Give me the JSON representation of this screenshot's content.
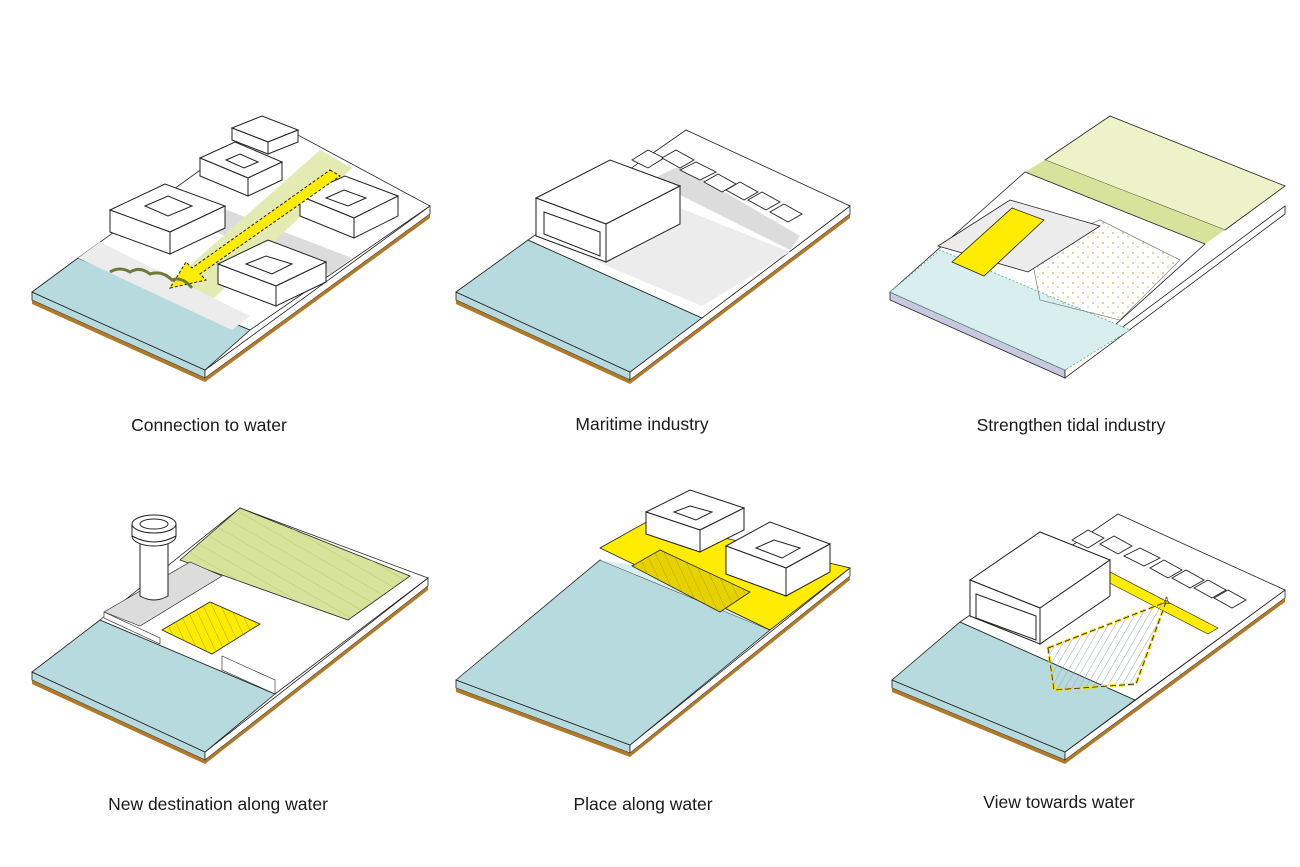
{
  "diagrams": [
    {
      "caption": "Connection to water"
    },
    {
      "caption": "Maritime industry"
    },
    {
      "caption": "Strengthen tidal industry"
    },
    {
      "caption": "New destination along water"
    },
    {
      "caption": "Place along water"
    },
    {
      "caption": "View towards water"
    }
  ],
  "colors": {
    "water": "#b6dadd",
    "water_light": "#d9eeef",
    "ground": "#ffffff",
    "street": "#dcdcdc",
    "plaza": "#ececec",
    "green": "#e3ebb3",
    "dike_green": "#d7e39a",
    "highlight": "#ffec00",
    "highlight_dark": "#e6d200",
    "earth": "#b07a2a",
    "stroke": "#222222"
  }
}
